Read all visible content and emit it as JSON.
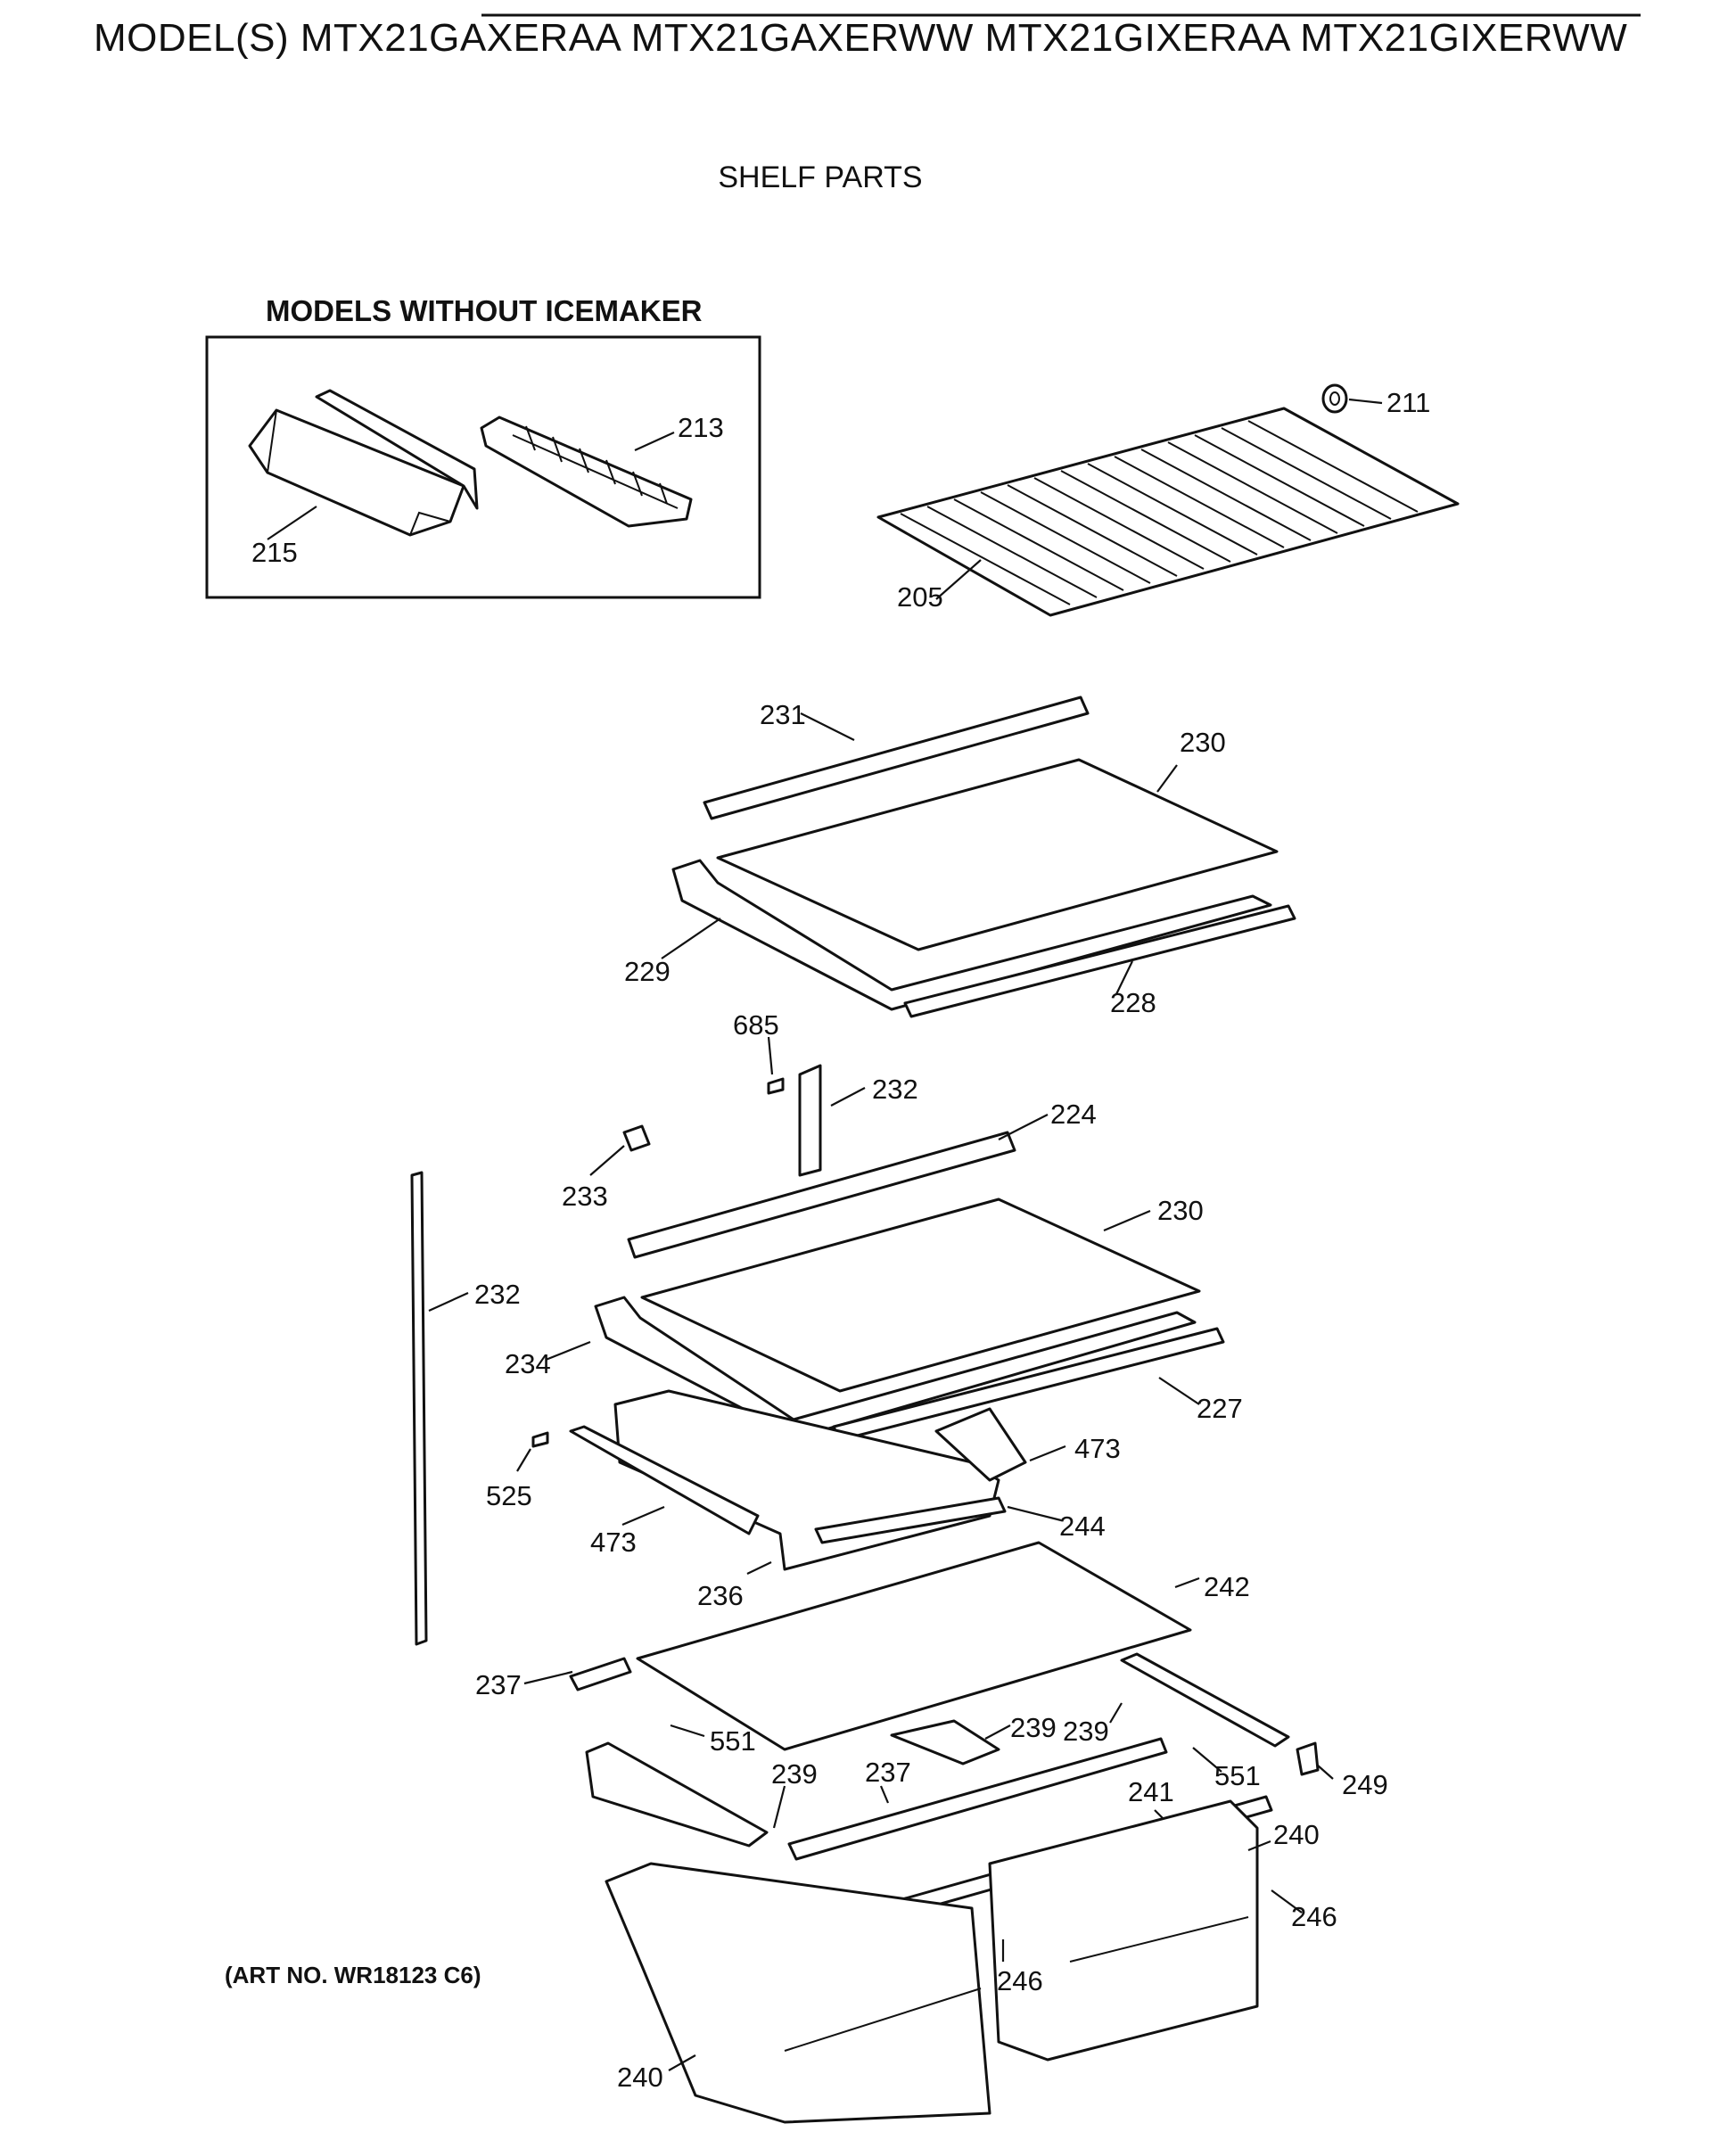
{
  "header": {
    "title": "MODEL(S) MTX21GAXERAA  MTX21GAXERWW  MTX21GIXERAA  MTX21GIXERWW",
    "section": "SHELF PARTS"
  },
  "inset": {
    "title": "MODELS WITHOUT ICEMAKER"
  },
  "footer": {
    "art_number": "(ART NO. WR18123 C6)"
  },
  "callouts": [
    {
      "id": "c-215",
      "label": "215"
    },
    {
      "id": "c-213",
      "label": "213"
    },
    {
      "id": "c-211",
      "label": "211"
    },
    {
      "id": "c-205",
      "label": "205"
    },
    {
      "id": "c-231",
      "label": "231"
    },
    {
      "id": "c-230a",
      "label": "230"
    },
    {
      "id": "c-229",
      "label": "229"
    },
    {
      "id": "c-228",
      "label": "228"
    },
    {
      "id": "c-685",
      "label": "685"
    },
    {
      "id": "c-232a",
      "label": "232"
    },
    {
      "id": "c-224",
      "label": "224"
    },
    {
      "id": "c-233",
      "label": "233"
    },
    {
      "id": "c-230b",
      "label": "230"
    },
    {
      "id": "c-232b",
      "label": "232"
    },
    {
      "id": "c-234",
      "label": "234"
    },
    {
      "id": "c-227",
      "label": "227"
    },
    {
      "id": "c-473a",
      "label": "473"
    },
    {
      "id": "c-525",
      "label": "525"
    },
    {
      "id": "c-473b",
      "label": "473"
    },
    {
      "id": "c-244",
      "label": "244"
    },
    {
      "id": "c-236",
      "label": "236"
    },
    {
      "id": "c-242",
      "label": "242"
    },
    {
      "id": "c-237a",
      "label": "237"
    },
    {
      "id": "c-551a",
      "label": "551"
    },
    {
      "id": "c-239a",
      "label": "239"
    },
    {
      "id": "c-239b",
      "label": "239"
    },
    {
      "id": "c-551b",
      "label": "551"
    },
    {
      "id": "c-249",
      "label": "249"
    },
    {
      "id": "c-239c",
      "label": "239"
    },
    {
      "id": "c-237b",
      "label": "237"
    },
    {
      "id": "c-241",
      "label": "241"
    },
    {
      "id": "c-240a",
      "label": "240"
    },
    {
      "id": "c-246a",
      "label": "246"
    },
    {
      "id": "c-246b",
      "label": "246"
    },
    {
      "id": "c-240b",
      "label": "240"
    }
  ]
}
